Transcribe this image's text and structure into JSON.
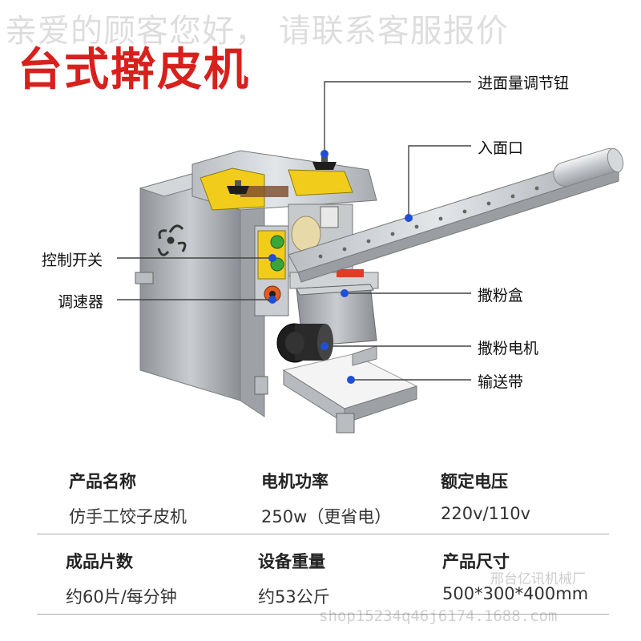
{
  "watermark_top": "亲爱的顾客您好， 请联系客服报价",
  "title": "台式擀皮机",
  "callouts": {
    "flour_adjust": "进面量调节钮",
    "inlet": "入面口",
    "control_switch": "控制开关",
    "speed_controller": "调速器",
    "flour_box": "撒粉盒",
    "flour_motor": "撒粉电机",
    "conveyor": "输送带"
  },
  "specs": [
    {
      "label": "产品名称",
      "value": "仿手工饺子皮机"
    },
    {
      "label": "电机功率",
      "value": "250w（更省电）"
    },
    {
      "label": "额定电压",
      "value": "220v/110v"
    },
    {
      "label": "成品片数",
      "value": "约60片/每分钟"
    },
    {
      "label": "设备重量",
      "value": "约53公斤"
    },
    {
      "label": "产品尺寸",
      "value": "500*300*400mm"
    }
  ],
  "watermark_shop": "shop15234q46j6174.1688.com",
  "watermark_factory": "邢台亿讯机械厂",
  "colors": {
    "title": "#d8201c",
    "callout_dot": "#1e4fd6",
    "button_green": "#3aa63a",
    "panel_yellow": "#f2cc1a"
  }
}
